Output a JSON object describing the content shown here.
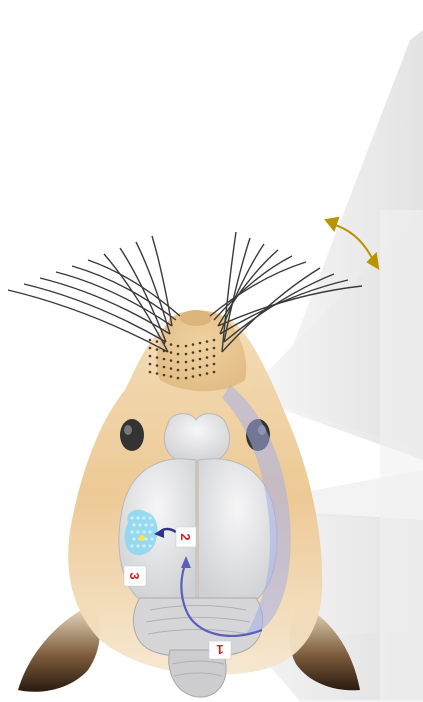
{
  "figure": {
    "labels": [
      {
        "id": "step-1",
        "text": "1"
      },
      {
        "id": "step-2",
        "text": "2"
      },
      {
        "id": "step-3",
        "text": "3"
      }
    ]
  },
  "colors": {
    "background": "#ffffff",
    "fur": "#e9c48f",
    "snout": "#e8c898",
    "whisker": "#3a3a3a",
    "whisker_arrow": "#c9a200",
    "brain": "#e3e3e5",
    "cerebellum": "#cfcfd2",
    "pathway": "#5a5fb8",
    "pathway_band": "#a6aee8",
    "barrel_cortex": "#8fd7ef",
    "label_text": "#d42020",
    "label_box": "#ffffff"
  },
  "icons": {
    "whisker_motion": "double-arrow-icon"
  }
}
